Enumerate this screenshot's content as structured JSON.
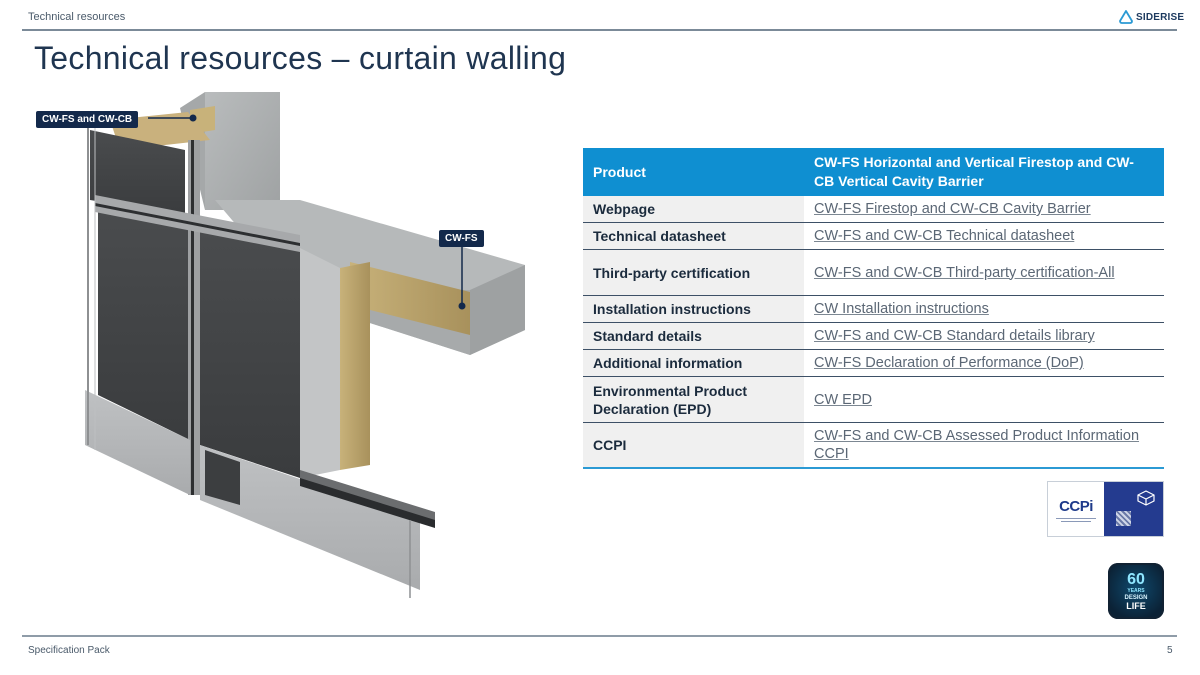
{
  "header": {
    "section_label": "Technical resources",
    "brand": "SIDERISE"
  },
  "page_title": "Technical resources – curtain walling",
  "illustration": {
    "callouts": [
      "CW-FS and CW-CB",
      "CW-FS"
    ]
  },
  "table": {
    "header": {
      "col1": "Product",
      "col2": "CW-FS Horizontal and Vertical Firestop and CW-CB Vertical Cavity Barrier"
    },
    "rows": [
      {
        "label": "Webpage",
        "link": "CW-FS Firestop and CW-CB Cavity Barrier"
      },
      {
        "label": "Technical datasheet",
        "link": "CW-FS and CW-CB Technical datasheet"
      },
      {
        "label": "Third-party certification",
        "link": "CW-FS and CW-CB Third-party certification-All"
      },
      {
        "label": "Installation instructions",
        "link": "CW Installation instructions"
      },
      {
        "label": "Standard details",
        "link": "CW-FS and CW-CB Standard details library"
      },
      {
        "label": "Additional information",
        "link": "CW-FS Declaration of Performance (DoP)"
      },
      {
        "label": "Environmental Product Declaration (EPD)",
        "link": "CW EPD"
      },
      {
        "label": "CCPI",
        "link": "CW-FS and CW-CB Assessed Product Information CCPI"
      }
    ]
  },
  "badges": {
    "ccpi": {
      "logo": "CCPi"
    },
    "design_life": {
      "number": "60",
      "years": "YEARS",
      "line1": "DESIGN",
      "line2": "LIFE"
    }
  },
  "footer": {
    "label": "Specification Pack",
    "page_number": "5"
  },
  "colors": {
    "table_header": "#0f8fd1",
    "callout": "#13294b",
    "title": "#1f3550"
  }
}
